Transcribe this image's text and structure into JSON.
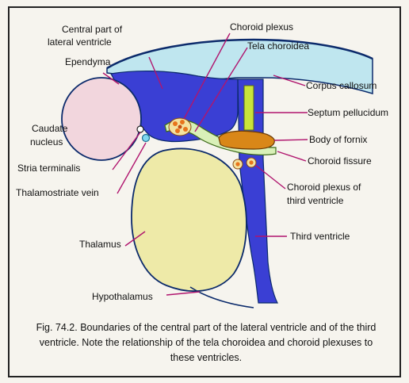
{
  "labels": {
    "central_part": "Central part of lateral ventricle",
    "ependyma": "Ependyma",
    "caudate_nucleus": "Caudate nucleus",
    "stria_terminalis": "Stria terminalis",
    "thalamostriate_vein": "Thalamostriate vein",
    "thalamus": "Thalamus",
    "hypothalamus": "Hypothalamus",
    "choroid_plexus": "Choroid plexus",
    "tela_choroidea": "Tela choroidea",
    "corpus_callosum": "Corpus callosum",
    "septum_pellucidum": "Septum pellucidum",
    "body_of_fornix": "Body of fornix",
    "choroid_fissure": "Choroid fissure",
    "choroid_plexus_third": "Choroid plexus of third ventricle",
    "third_ventricle": "Third ventricle"
  },
  "caption": "Fig. 74.2. Boundaries of the central part of the lateral ventricle  and of the third ventricle. Note the relationship of the tela choroidea and choroid plexuses to these ventricles.",
  "colors": {
    "ventricle": "#3a3fd4",
    "corpus_callosum": "#bfe6ef",
    "thalamus": "#eeeaa8",
    "caudate": "#f2d6dd",
    "fornix": "#d98718",
    "septum": "#c9e33b",
    "tela": "#d9f0b8",
    "choroid": "#e8741c",
    "leader": "#b0156e"
  }
}
